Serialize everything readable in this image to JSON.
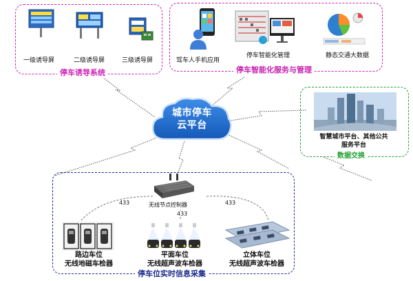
{
  "guide_system": {
    "caption": "停车诱导系统",
    "screens": [
      "一级诱导屏",
      "二级诱导屏",
      "三级诱导屏"
    ]
  },
  "smart_service": {
    "caption": "停车智能化服务与管理",
    "items": [
      "驾车人手机应用",
      "停车智能化管理",
      "静态交通大数据"
    ]
  },
  "cloud": {
    "line1": "城市停车",
    "line2": "云平台"
  },
  "data_exchange": {
    "caption": "数据交换",
    "line1": "智慧城市平台、其他公共",
    "line2": "服务平台"
  },
  "realtime": {
    "caption": "停车位实时信息采集",
    "controller": "无线节点控制器",
    "freq_labels": [
      "433",
      "433",
      "433"
    ],
    "detectors": [
      {
        "line1": "路边车位",
        "line2": "无线地磁车检器"
      },
      {
        "line1": "平面车位",
        "line2": "无线超声波车检器"
      },
      {
        "line1": "立体车位",
        "line2": "无线超声波车检器"
      }
    ]
  },
  "colors": {
    "guide": "#d020b8",
    "service": "#c820b0",
    "exchange": "#20a030",
    "realtime": "#1a2a8c",
    "cloud": "#1b6fd6"
  }
}
